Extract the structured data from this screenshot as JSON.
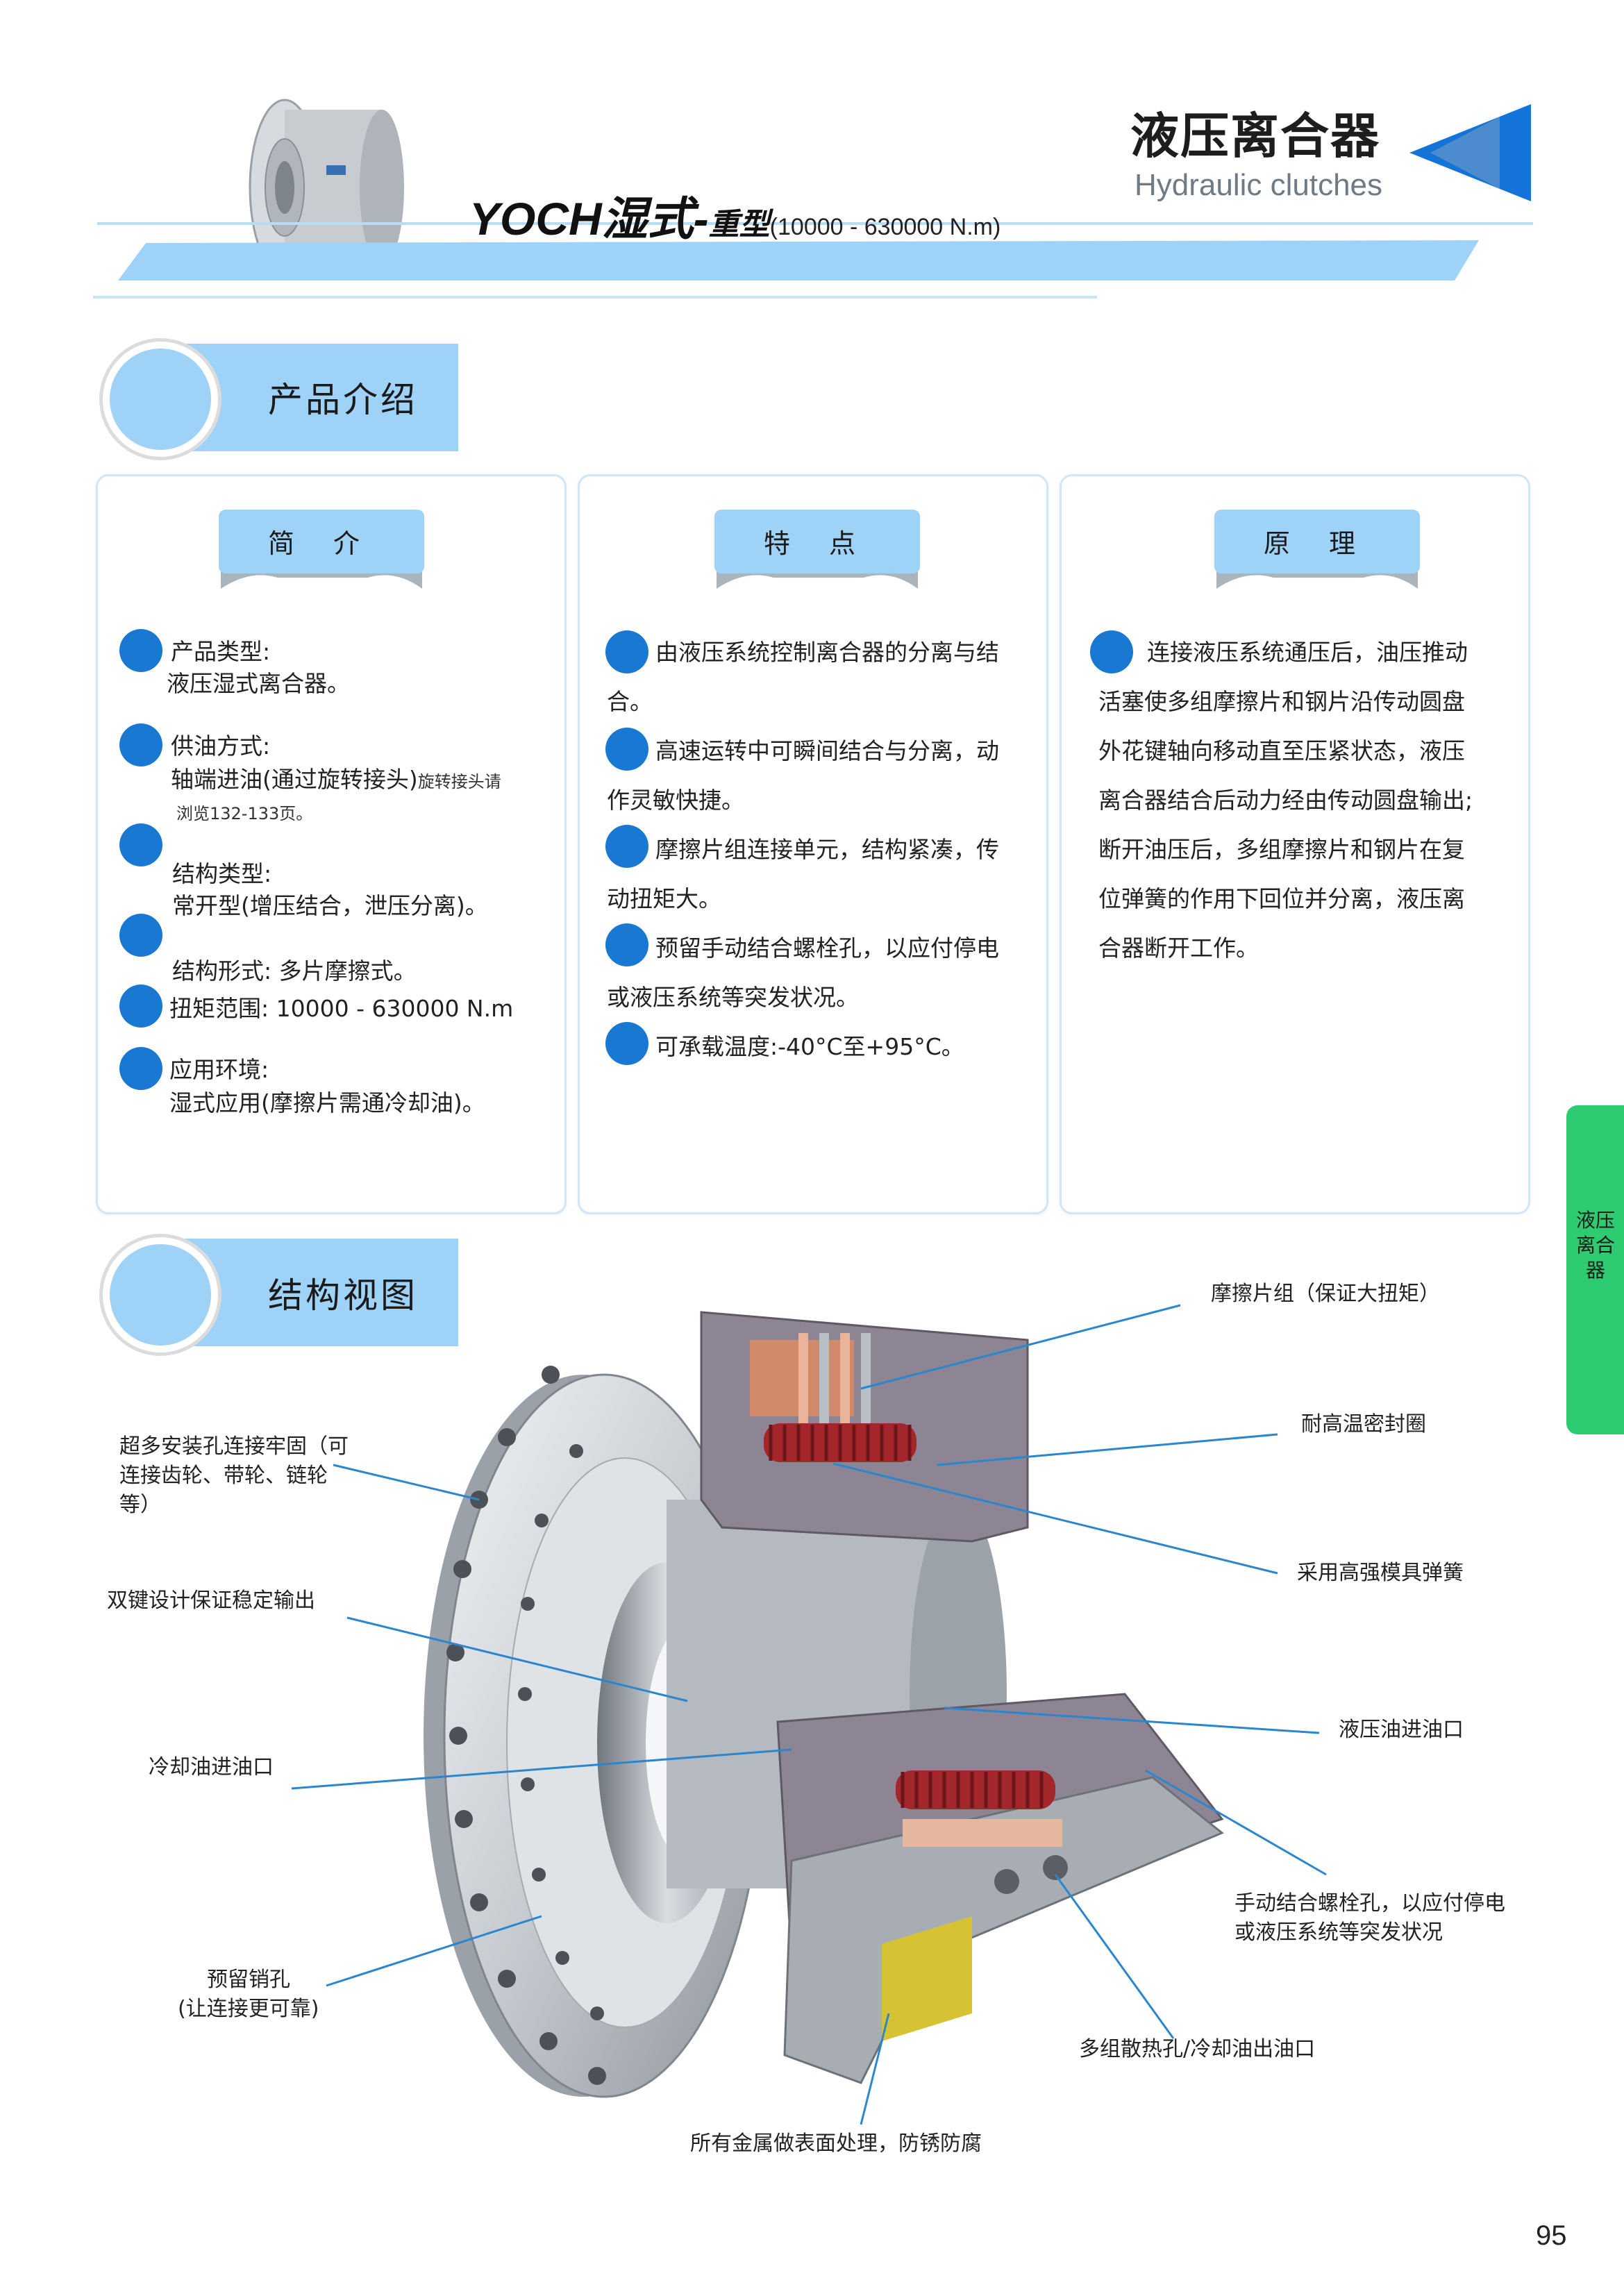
{
  "header": {
    "title_cn": "液压离合器",
    "title_en": "Hydraulic clutches",
    "model_prefix": "YOCH湿式-",
    "model_sub": "重型",
    "model_range": "(10000 - 630000 N.m)"
  },
  "sections": {
    "intro": "产品介绍",
    "structure": "结构视图"
  },
  "cards": {
    "brief": {
      "title": "简 介",
      "items": [
        {
          "label": "产品类型:",
          "value": "液压湿式离合器。"
        },
        {
          "label": "供油方式:",
          "value": "轴端进油(通过旋转接头)",
          "note_a": "旋转接头请",
          "note_b": "浏览132-133页。"
        },
        {
          "label": "结构类型:",
          "value": "常开型(增压结合，泄压分离)。"
        },
        {
          "label": "结构形式: 多片摩擦式。"
        },
        {
          "label": "扭矩范围: 10000 - 630000 N.m"
        },
        {
          "label": "应用环境:",
          "value": "湿式应用(摩擦片需通冷却油)。"
        }
      ]
    },
    "features": {
      "title": "特 点",
      "lines": [
        "由液压系统控制离合器的分离与结",
        "合。",
        "高速运转中可瞬间结合与分离，动",
        "作灵敏快捷。",
        "摩擦片组连接单元，结构紧凑，传",
        "动扭矩大。",
        "预留手动结合螺栓孔，以应付停电",
        "或液压系统等突发状况。",
        "可承载温度:-40°C至+95°C。"
      ]
    },
    "principle": {
      "title": "原 理",
      "lines": [
        "连接液压系统通压后，油压推动",
        "活塞使多组摩擦片和钢片沿传动圆盘",
        "外花键轴向移动直至压紧状态，液压",
        "离合器结合后动力经由传动圆盘输出;",
        "断开油压后，多组摩擦片和钢片在复",
        "位弹簧的作用下回位并分离，液压离",
        "合器断开工作。"
      ]
    }
  },
  "callouts": {
    "friction": "摩擦片组（保证大扭矩）",
    "seal": "耐高温密封圈",
    "holes_a": "超多安装孔连接牢固（可",
    "holes_b": "连接齿轮、带轮、链轮",
    "holes_c": "等）",
    "spring": "采用高强模具弹簧",
    "dual_key": "双键设计保证稳定输出",
    "hyd_inlet": "液压油进油口",
    "cool_inlet": "冷却油进油口",
    "manual_a": "手动结合螺栓孔，以应付停电",
    "manual_b": "或液压系统等突发状况",
    "pin_a": "预留销孔",
    "pin_b": "(让连接更可靠)",
    "vent": "多组散热孔/冷却油出油口",
    "surface": "所有金属做表面处理，防锈防腐"
  },
  "side_tab": "液压离合器",
  "page_number": "95",
  "colors": {
    "accent_blue": "#9fd2f7",
    "dot_blue": "#1878d2",
    "tab_green": "#2ecc71",
    "triangle_blue": "#1473d9"
  },
  "icons": {
    "product_thumb": "clutch-product-icon",
    "header_arrow": "triangle-arrow-icon"
  }
}
